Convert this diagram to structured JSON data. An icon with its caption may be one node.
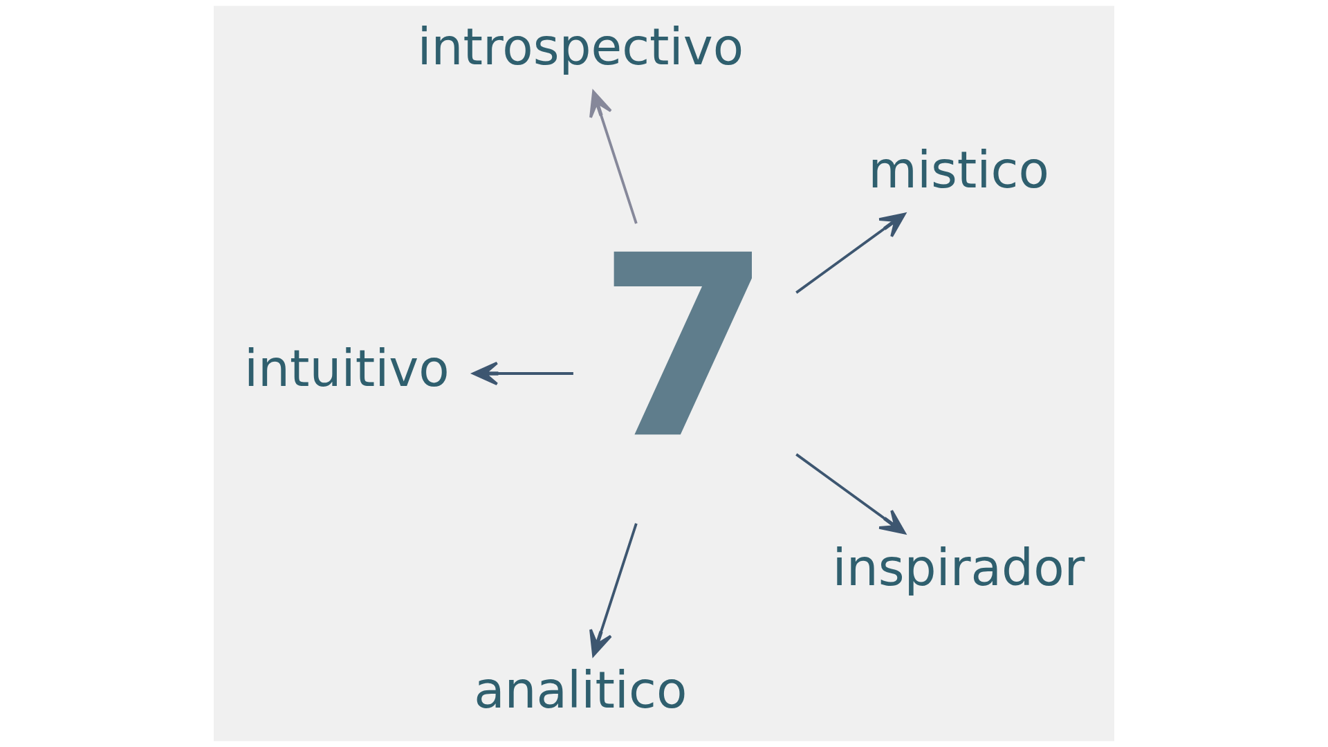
{
  "diagram": {
    "nodes": [
      {
        "text": [
          "introspectivo"
        ]
      },
      {
        "text": [
          "mistico"
        ]
      },
      {
        "text": [
          "7"
        ]
      },
      {
        "text": [
          "intuitivo"
        ]
      },
      {
        "text": [
          "inspirador"
        ]
      },
      {
        "text": [
          "analitico"
        ]
      }
    ],
    "edges": [
      {
        "from": 2,
        "to": 1,
        "arrow": "to"
      },
      {
        "from": 2,
        "to": 0,
        "arrow": "to",
        "color": "#86889a"
      },
      {
        "from": 2,
        "to": 3,
        "arrow": "to"
      },
      {
        "from": 2,
        "to": 5,
        "arrow": "to"
      },
      {
        "from": 2,
        "to": 4,
        "arrow": "to"
      }
    ]
  }
}
